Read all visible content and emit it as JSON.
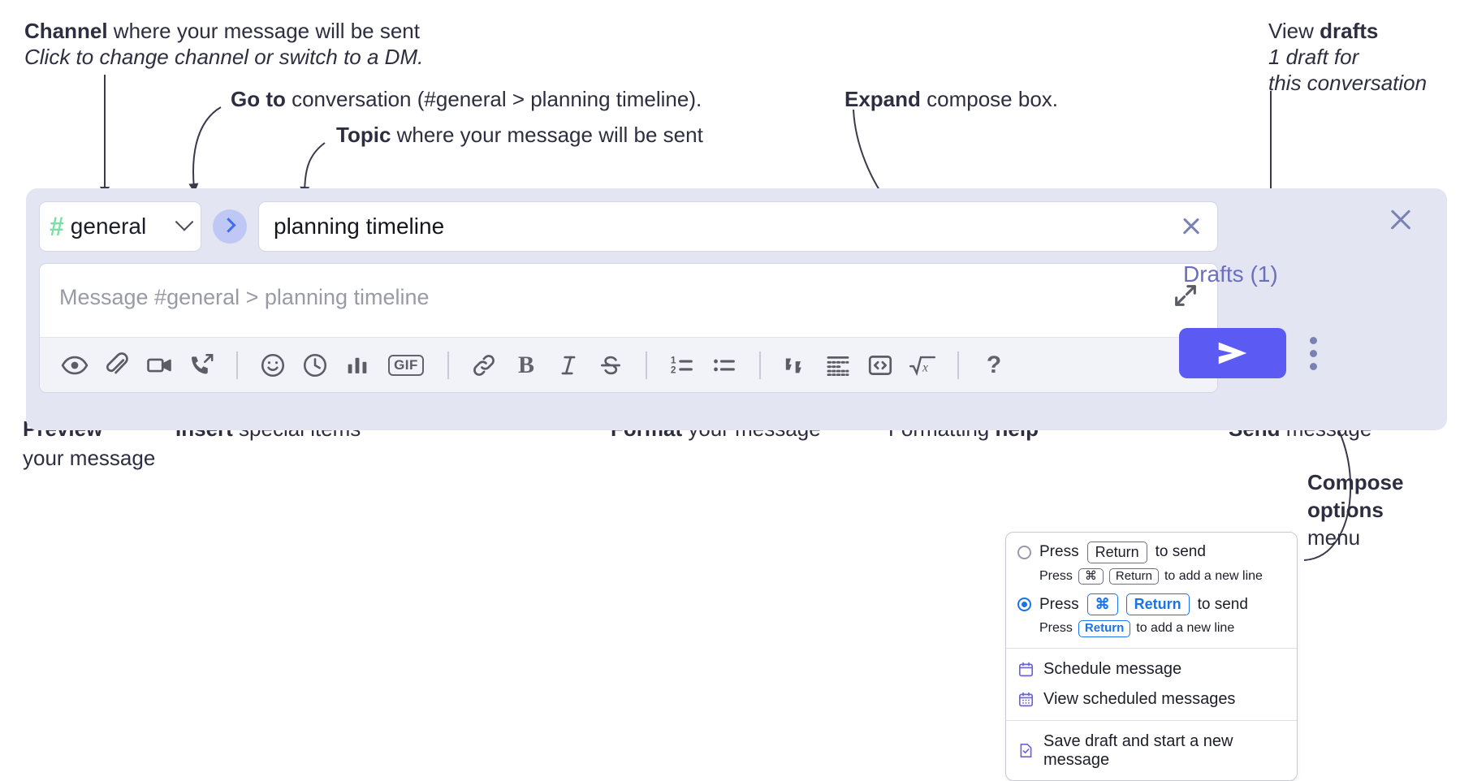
{
  "annotations": {
    "channel_title_bold": "Channel",
    "channel_title_rest": " where your message will be sent",
    "channel_sub": "Click to change channel or switch to a DM.",
    "goto_bold": "Go to",
    "goto_rest": " conversation (#general > planning timeline).",
    "topic_bold": "Topic",
    "topic_rest": " where your message will be sent",
    "expand_bold": "Expand",
    "expand_rest": " compose box.",
    "drafts_bold_pre": "View ",
    "drafts_bold": "drafts",
    "drafts_sub_1": "1 draft for",
    "drafts_sub_2": "this conversation",
    "preview_bold": "Preview",
    "preview_rest": "your message",
    "insert_bold": "Insert",
    "insert_rest": " special items",
    "format_bold": "Format",
    "format_rest": " your message",
    "help_pre": "Formatting ",
    "help_bold": "help",
    "send_bold": "Send",
    "send_rest": " message",
    "compose_bold_1": "Compose",
    "compose_bold_2": "options",
    "compose_rest": "menu"
  },
  "compose": {
    "channel": {
      "hash": "#",
      "name": "general",
      "icon": "hash-icon",
      "chevron": "chevron-down-icon"
    },
    "goto_button": {
      "icon": "chevron-right-icon"
    },
    "topic": {
      "value": "planning timeline",
      "clear_icon": "close-icon"
    },
    "message": {
      "placeholder": "Message #general > planning timeline",
      "value": ""
    },
    "expand_icon": "expand-icon",
    "panel_close_icon": "close-icon",
    "drafts_link": "Drafts (1)",
    "send_icon": "send-icon",
    "kebab_icon": "more-vertical-icon",
    "toolbar": [
      {
        "name": "preview-icon",
        "label": "Preview"
      },
      {
        "name": "attachment-icon",
        "label": "Attach file"
      },
      {
        "name": "video-icon",
        "label": "Record video clip"
      },
      {
        "name": "call-forward-icon",
        "label": "Huddle"
      },
      {
        "name": "separator",
        "label": ""
      },
      {
        "name": "emoji-icon",
        "label": "Emoji"
      },
      {
        "name": "clock-icon",
        "label": "Reminder"
      },
      {
        "name": "poll-icon",
        "label": "Poll"
      },
      {
        "name": "gif-icon",
        "label": "GIF"
      },
      {
        "name": "separator",
        "label": ""
      },
      {
        "name": "link-icon",
        "label": "Link"
      },
      {
        "name": "bold-icon",
        "label": "B"
      },
      {
        "name": "italic-icon",
        "label": "I"
      },
      {
        "name": "strikethrough-icon",
        "label": "S"
      },
      {
        "name": "separator",
        "label": ""
      },
      {
        "name": "ordered-list-icon",
        "label": "Ordered list"
      },
      {
        "name": "bulleted-list-icon",
        "label": "Bulleted list"
      },
      {
        "name": "separator",
        "label": ""
      },
      {
        "name": "blockquote-icon",
        "label": "Blockquote"
      },
      {
        "name": "code-block-icon",
        "label": "Code block"
      },
      {
        "name": "inline-code-icon",
        "label": "Code"
      },
      {
        "name": "math-icon",
        "label": "Math"
      },
      {
        "name": "separator",
        "label": ""
      },
      {
        "name": "help-icon",
        "label": "?"
      }
    ]
  },
  "options_menu": {
    "option_1": {
      "selected": false,
      "pre": "Press",
      "key": "Return",
      "post": "to send",
      "sub_pre": "Press",
      "sub_key_1": "⌘",
      "sub_key_2": "Return",
      "sub_post": "to add a new line"
    },
    "option_2": {
      "selected": true,
      "pre": "Press",
      "key_1": "⌘",
      "key_2": "Return",
      "post": "to send",
      "sub_pre": "Press",
      "sub_key": "Return",
      "sub_post": "to add a new line"
    },
    "items": [
      {
        "icon": "calendar-schedule-icon",
        "label": "Schedule message"
      },
      {
        "icon": "calendar-view-icon",
        "label": "View scheduled messages"
      },
      {
        "icon": "save-draft-icon",
        "label": "Save draft and start a new message"
      }
    ]
  },
  "colors": {
    "panel_bg": "#e3e5f2",
    "send_purple": "#5b5bf3",
    "accent_blue": "#3f6ef0",
    "hash_green": "#7ddfa6",
    "drafts_link": "#6b6fbe",
    "radio_blue": "#1a73e8",
    "menu_icon_purple": "#6c63d8"
  }
}
